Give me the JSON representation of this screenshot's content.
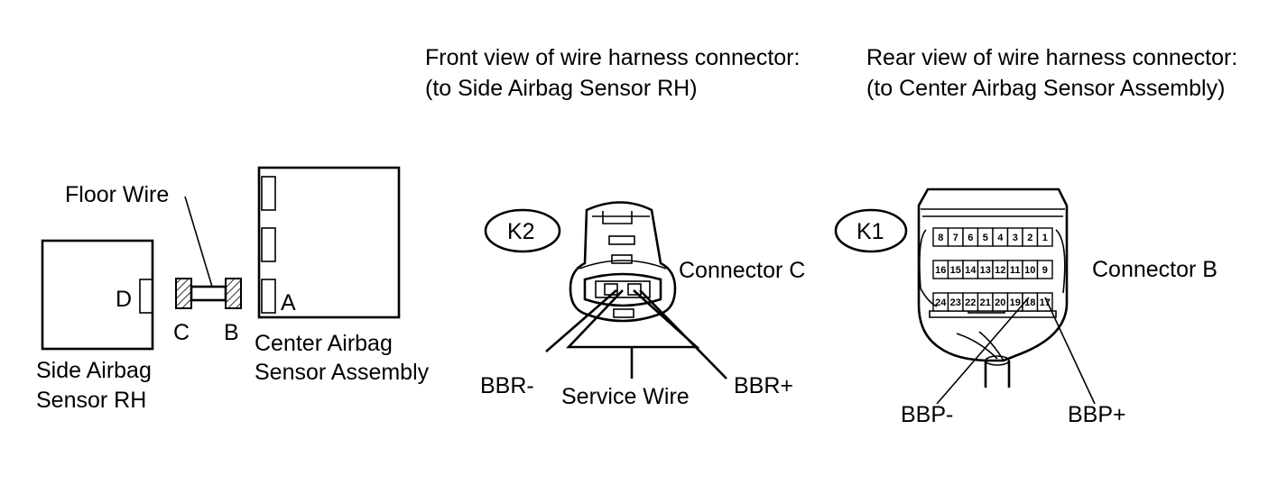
{
  "headings": {
    "front_line1": "Front view of wire harness connector:",
    "front_line2": "(to Side Airbag Sensor RH)",
    "rear_line1": "Rear view of wire harness connector:",
    "rear_line2": "(to Center Airbag Sensor Assembly)"
  },
  "layout_diagram": {
    "floor_wire": "Floor Wire",
    "side_sensor_line1": "Side Airbag",
    "side_sensor_line2": "Sensor RH",
    "center_sensor_line1": "Center Airbag",
    "center_sensor_line2": "Sensor Assembly",
    "terminal_a": "A",
    "terminal_b": "B",
    "terminal_c": "C",
    "terminal_d": "D"
  },
  "connector_c": {
    "code": "K2",
    "name": "Connector C",
    "pin_minus": "BBR-",
    "pin_plus": "BBR+",
    "service_wire": "Service Wire"
  },
  "connector_b": {
    "code": "K1",
    "name": "Connector B",
    "pin_minus": "BBP-",
    "pin_plus": "BBP+",
    "row1": [
      "8",
      "7",
      "6",
      "5",
      "4",
      "3",
      "2",
      "1"
    ],
    "row2": [
      "16",
      "15",
      "14",
      "13",
      "12",
      "11",
      "10",
      "9"
    ],
    "row3": [
      "24",
      "23",
      "22",
      "21",
      "20",
      "19",
      "18",
      "17"
    ]
  }
}
